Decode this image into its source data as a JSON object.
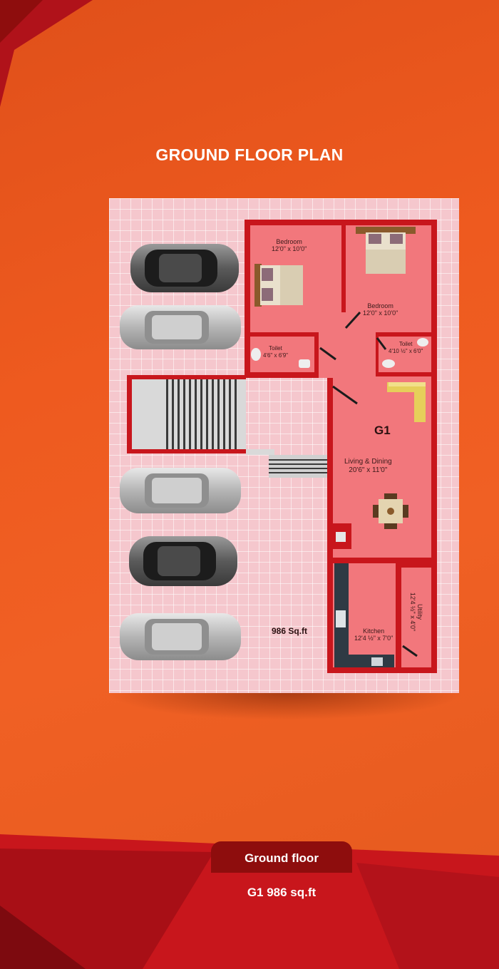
{
  "page_title": "GROUND FLOOR PLAN",
  "plan": {
    "unit": "G1",
    "total_area": "986 Sq.ft",
    "rooms": [
      {
        "name": "Bedroom",
        "size": "12'0\" x 10'0\""
      },
      {
        "name": "Bedroom",
        "size": "12'0\" x 10'0\""
      },
      {
        "name": "Toilet",
        "size": "4'6\" x 6'9\""
      },
      {
        "name": "Toilet",
        "size": "4'10 ½\" x 6'0\""
      },
      {
        "name": "Living & Dining",
        "size": "20'6\" x 11'0\""
      },
      {
        "name": "Kitchen",
        "size": "12'4 ½\" x 7'0\""
      },
      {
        "name": "Utility",
        "size": "12'4 ½\" x 4'0\""
      }
    ]
  },
  "badge": {
    "title": "Ground floor",
    "detail": "G1  986 sq.ft"
  },
  "colors": {
    "background": "#ee5a1f",
    "wall": "#c8161c",
    "room_fill": "#f2777c",
    "tile": "#f5c7cd",
    "badge_head": "#8e0d0d"
  }
}
